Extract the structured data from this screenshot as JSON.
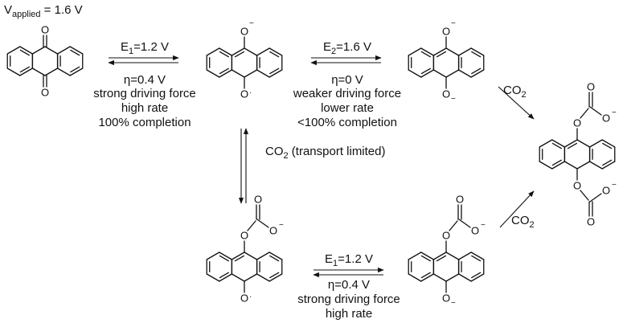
{
  "applied": {
    "prefix": "V",
    "sub": "applied",
    "value": "= 1.6 V"
  },
  "step1": {
    "e_pre": "E",
    "e_sub": "1",
    "e_val": "=1.2 V",
    "eta": "η=0.4 V",
    "line1": "strong driving force",
    "line2": "high rate",
    "line3": "100% completion"
  },
  "step2": {
    "e_pre": "E",
    "e_sub": "2",
    "e_val": "=1.6 V",
    "eta": "η=0 V",
    "line1": "weaker driving force",
    "line2": "lower rate",
    "line3": "<100% completion"
  },
  "co2_transport": {
    "pre": "CO",
    "sub": "2",
    "post": " (transport limited)"
  },
  "co2_upper": {
    "pre": "CO",
    "sub": "2"
  },
  "co2_lower": {
    "pre": "CO",
    "sub": "2"
  },
  "step3": {
    "e_pre": "E",
    "e_sub": "1",
    "e_val": "=1.2 V",
    "eta": "η=0.4 V",
    "line1": "strong driving force",
    "line2": "high rate"
  },
  "atoms": {
    "O": "O",
    "neg": "−",
    "dot": "·",
    "C": "C"
  }
}
